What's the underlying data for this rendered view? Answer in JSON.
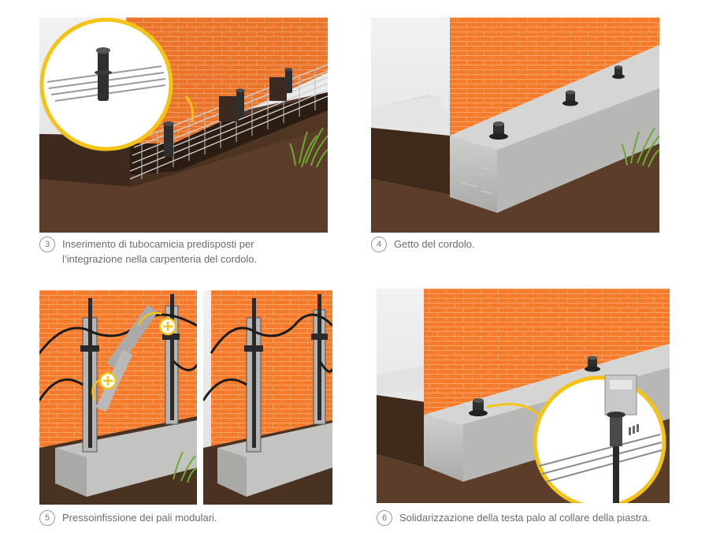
{
  "steps": [
    {
      "number": "3",
      "text": "Inserimento di tubocamicia predisposti per\nl’integrazione nella carpenteria del cordolo."
    },
    {
      "number": "4",
      "text": "Getto del cordolo."
    },
    {
      "number": "5",
      "text": "Pressoinfissione dei pali modulari."
    },
    {
      "number": "6",
      "text": "Solidarizzazione della testa palo al collare della piastra."
    }
  ],
  "colors": {
    "brick": "#f47a2c",
    "mortar": "#f9a466",
    "concrete": "#c2c2c0",
    "soil": "#4a3223",
    "highlight": "#f4c316",
    "grass": "#6cab2f",
    "steel": "#3c3c3c"
  },
  "icons": [
    "magnifier-circle-3",
    "plus-marker",
    "plus-marker",
    "magnifier-circle-6"
  ]
}
